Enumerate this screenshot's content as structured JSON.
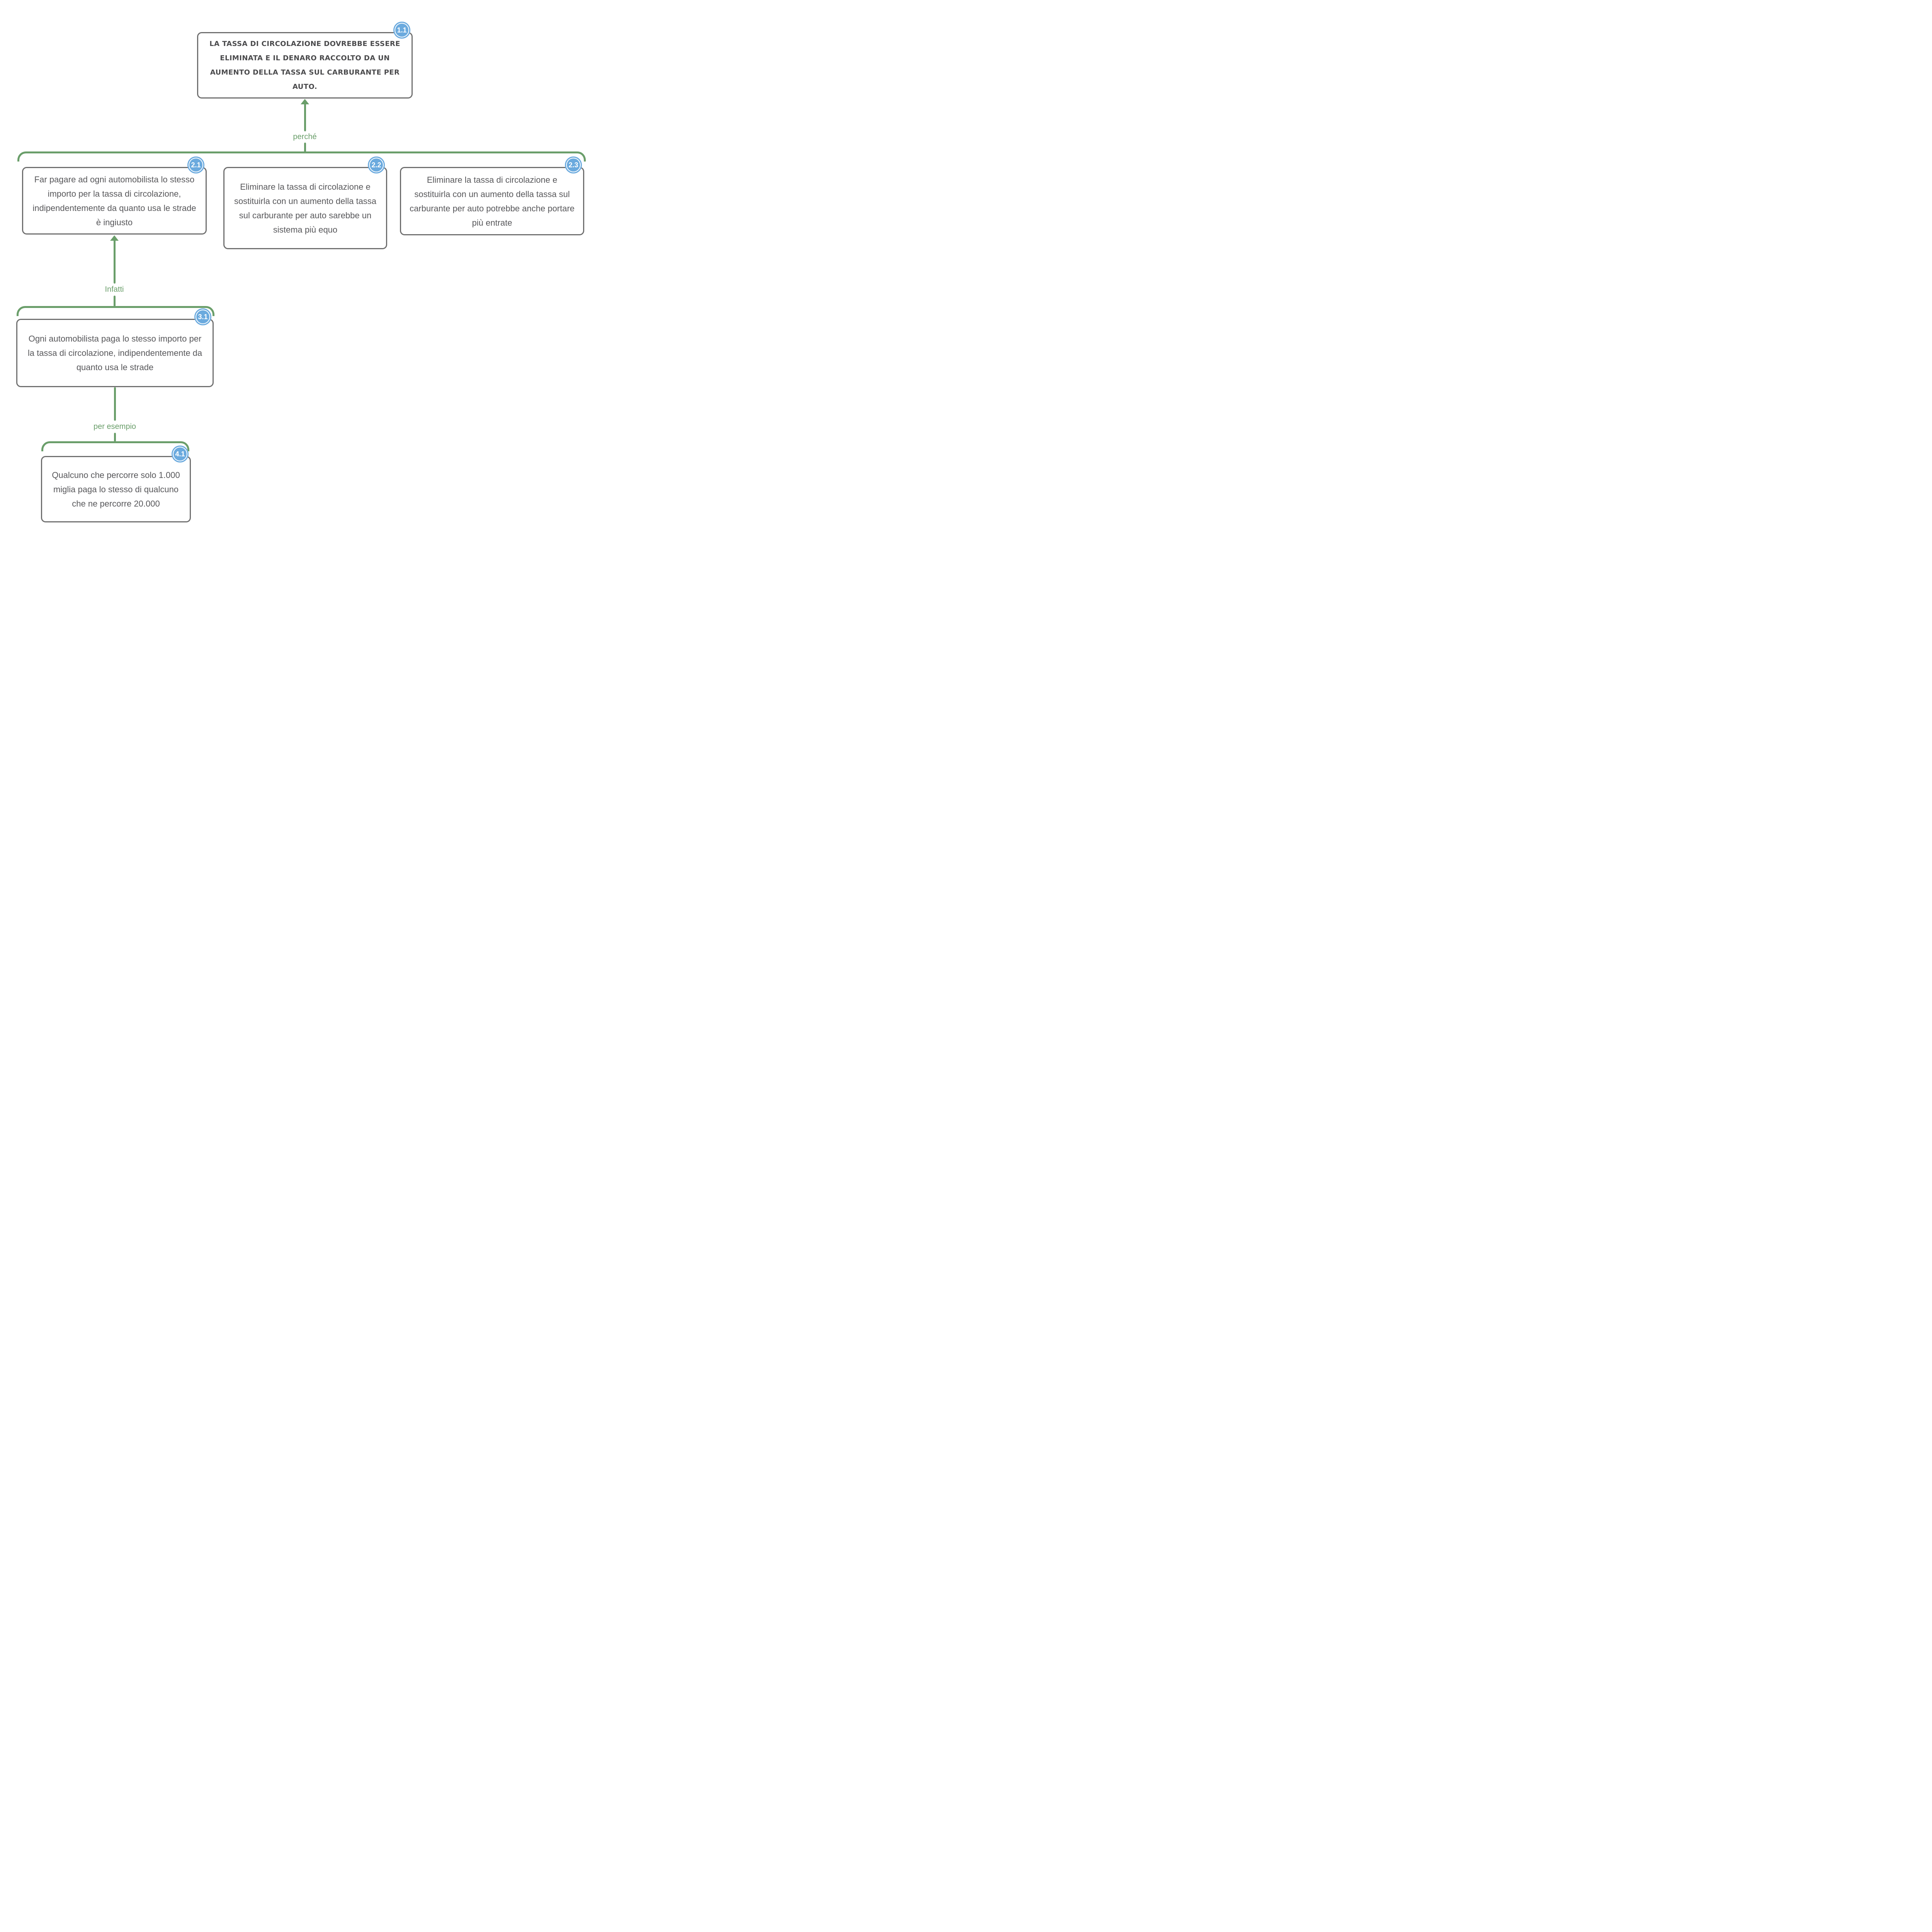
{
  "nodes": [
    {
      "badge": "1.1",
      "text": "La tassa di circolazione dovrebbe essere eliminata e il denaro raccolto da un aumento della tassa sul carburante per auto."
    },
    {
      "badge": "2.1",
      "text": "Far pagare ad ogni automobilista lo stesso importo per la tassa di circolazione, indipendentemente da quanto usa le strade è ingiusto"
    },
    {
      "badge": "2.2",
      "text": "Eliminare la tassa di circolazione e sostituirla con un aumento della tassa sul carburante per auto sarebbe un sistema più equo"
    },
    {
      "badge": "2.3",
      "text": "Eliminare la tassa di circolazione e sostituirla con un aumento della tassa sul carburante per auto potrebbe anche portare più entrate"
    },
    {
      "badge": "3.1",
      "text": "Ogni automobilista paga lo stesso importo per la tassa di circolazione, indipendentemente da quanto usa le strade"
    },
    {
      "badge": "4.1",
      "text": "Qualcuno che percorre solo 1.000 miglia paga lo stesso di qualcuno che ne percorre 20.000"
    }
  ],
  "connectors": [
    {
      "label": "perché",
      "from": [
        "2.1",
        "2.2",
        "2.3"
      ],
      "to": "1.1"
    },
    {
      "label": "Infatti",
      "from": [
        "3.1"
      ],
      "to": "2.1"
    },
    {
      "label": "per esempio",
      "from": [
        "4.1"
      ],
      "to": "3.1"
    }
  ],
  "colors": {
    "connector_green": "#6A9E6A",
    "badge_blue": "#6BAADE",
    "box_border": "#6F6F6F",
    "body_text": "#58585B",
    "claim_text": "#4A4A4C"
  }
}
